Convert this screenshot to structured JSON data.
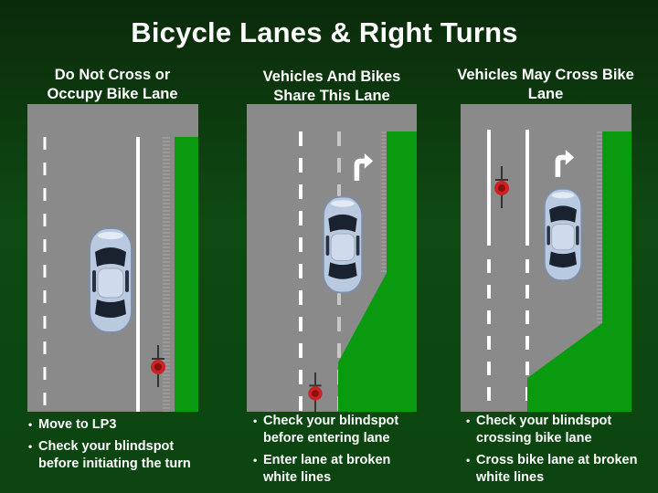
{
  "title": "Bicycle Lanes & Right Turns",
  "colors": {
    "background": "#0e4a12",
    "road": "#8a8a8a",
    "bike_lane_green": "#0a9a10",
    "lane_marking": "#ffffff",
    "broken_marking": "#c8c8c8",
    "car": "#b9c9e0",
    "bike": "#cc2222"
  },
  "columns": [
    {
      "heading": "Do Not Cross or Occupy Bike Lane",
      "bullets": [
        "Move to LP3",
        "Check your blindspot before initiating the turn"
      ],
      "icons": [
        "car-icon",
        "bicycle-icon"
      ]
    },
    {
      "heading": "Vehicles And Bikes Share This Lane",
      "bullets": [
        "Check your blindspot before entering lane",
        "Enter lane at broken white lines"
      ],
      "icons": [
        "car-icon",
        "bicycle-icon",
        "right-turn-arrow-icon"
      ]
    },
    {
      "heading": "Vehicles May Cross Bike Lane",
      "bullets": [
        "Check your blindspot crossing bike lane",
        "Cross bike lane at broken white lines"
      ],
      "icons": [
        "car-icon",
        "bicycle-icon",
        "right-turn-arrow-icon"
      ]
    }
  ]
}
